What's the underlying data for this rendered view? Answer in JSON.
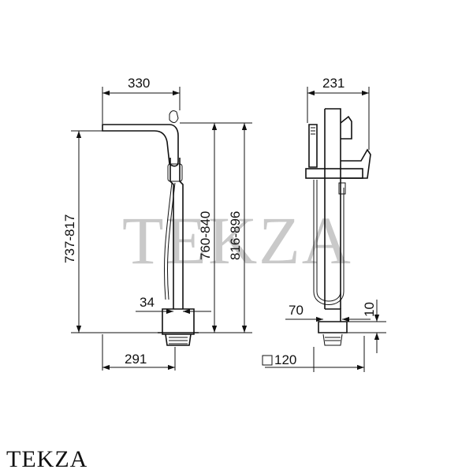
{
  "watermark": "TEKZA",
  "brand_label": "TEKZA",
  "front_view": {
    "width_top": "330",
    "height_left": "737-817",
    "height_mid": "760-840",
    "height_right": "816-896",
    "pipe_offset": "34",
    "base_offset": "291"
  },
  "side_view": {
    "width_top": "231",
    "pipe_offset": "70",
    "base_height": "10",
    "base_square": "120"
  }
}
